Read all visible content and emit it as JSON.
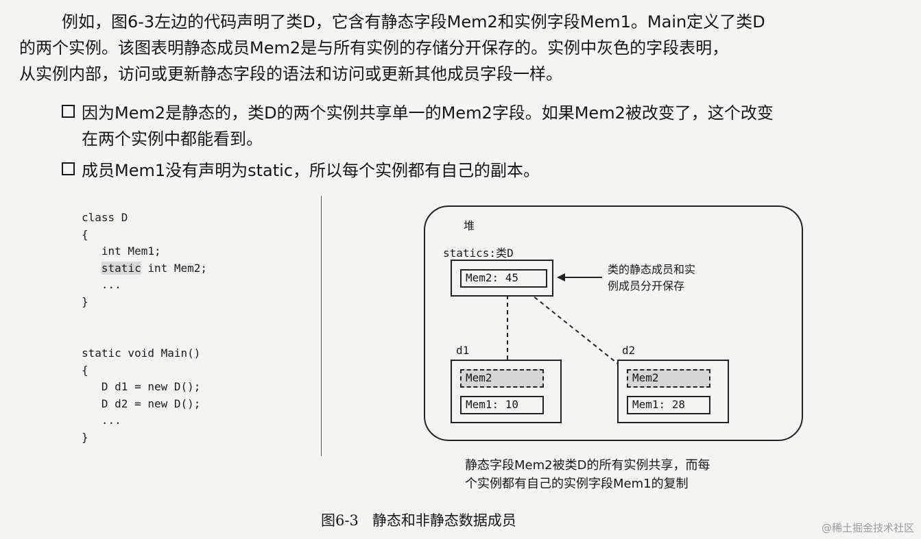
{
  "paragraph": {
    "line1": "例如，图6-3左边的代码声明了类D，它含有静态字段Mem2和实例字段Mem1。Main定义了类D",
    "line2": "的两个实例。该图表明静态成员Mem2是与所有实例的存储分开保存的。实例中灰色的字段表明，",
    "line3": "从实例内部，访问或更新静态字段的语法和访问或更新其他成员字段一样。"
  },
  "bullets": [
    {
      "line1": "因为Mem2是静态的，类D的两个实例共享单一的Mem2字段。如果Mem2被改变了，这个改变",
      "line2": "在两个实例中都能看到。"
    },
    {
      "line1": "成员Mem1没有声明为static，所以每个实例都有自己的副本。"
    }
  ],
  "code": {
    "l1": "class D",
    "l2": "{",
    "l3": "   int Mem1;",
    "l4_kw": "static",
    "l4_rest": " int Mem2;",
    "l5": "   ...",
    "l6": "}",
    "l8": "static void Main()",
    "l9": "{",
    "l10": "   D d1 = new D();",
    "l11": "   D d2 = new D();",
    "l12": "   ...",
    "l13": "}"
  },
  "diagram": {
    "heap_label": "堆",
    "statics_label": "statics:类D",
    "statics_field": "Mem2:  45",
    "annotation_line1": "类的静态成员和实",
    "annotation_line2": "例成员分开保存",
    "instances": [
      {
        "name": "d1",
        "shared_field": "Mem2",
        "own_field": "Mem1: 10"
      },
      {
        "name": "d2",
        "shared_field": "Mem2",
        "own_field": "Mem1:  28"
      }
    ]
  },
  "caption": {
    "line1": "静态字段Mem2被类D的所有实例共享，而每",
    "line2": "个实例都有自己的实例字段Mem1的复制"
  },
  "figure_title": "图6-3   静态和非静态数据成员",
  "watermark": "@稀土掘金技术社区"
}
